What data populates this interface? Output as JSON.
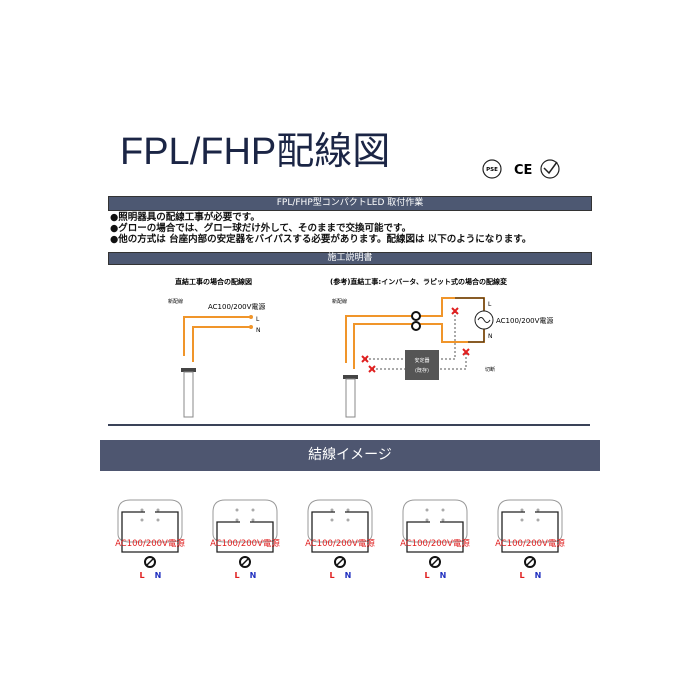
{
  "title": "FPL/FHP配線図",
  "cert_marks": [
    "PSE",
    "CE",
    "check-mark"
  ],
  "section1": {
    "header": "FPL/FHP型コンパクトLED 取付作業",
    "bullets": [
      "●照明器具の配線工事が必要です。",
      "●グローの場合では、グロー球だけ外して、そのままで交換可能です。",
      "●他の方式は 台座内部の安定器をバイパスする必要があります。配線図は 以下のようになります。"
    ]
  },
  "section2": {
    "header": "施工説明書",
    "left": {
      "title": "直結工事の場合の配線図",
      "new_wire": "新配線",
      "power": "AC100/200V電源",
      "L": "L",
      "N": "N"
    },
    "right": {
      "title": "(参考)直結工事:インバータ、ラピット式の場合の配線変",
      "new_wire": "新配線",
      "power": "AC100/200V電源",
      "L": "L",
      "N": "N",
      "ballast": "安定器",
      "ballast_sub": "(既存)",
      "cut": "切断"
    }
  },
  "section3": {
    "header": "結線イメージ",
    "items": [
      {
        "power": "AC100/200V電源",
        "L": "L",
        "N": "N"
      },
      {
        "power": "AC100/200V電源",
        "L": "L",
        "N": "N"
      },
      {
        "power": "AC100/200V電源",
        "L": "L",
        "N": "N"
      },
      {
        "power": "AC100/200V電源",
        "L": "L",
        "N": "N"
      },
      {
        "power": "AC100/200V電源",
        "L": "L",
        "N": "N"
      }
    ]
  },
  "colors": {
    "bar": "#4d5872",
    "wire": "#f0952a",
    "red": "#e02020",
    "blue": "#2030c0",
    "title": "#1b2545"
  }
}
